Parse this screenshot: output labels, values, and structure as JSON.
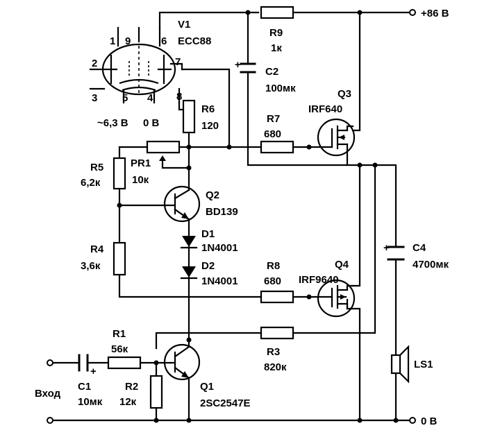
{
  "supply": {
    "voltage": "+86 В",
    "ground": "0 В"
  },
  "input": {
    "label": "Вход"
  },
  "tube": {
    "ref": "V1",
    "part": "ECC88",
    "pins": [
      "1",
      "9",
      "6",
      "2",
      "7",
      "3",
      "5",
      "4",
      "8"
    ],
    "heater_left": "~6,3 В",
    "heater_right": "0 В"
  },
  "components": {
    "r9": {
      "ref": "R9",
      "value": "1к"
    },
    "c2": {
      "ref": "C2",
      "value": "100мк",
      "polarity": "+"
    },
    "r6": {
      "ref": "R6",
      "value": "120"
    },
    "r7": {
      "ref": "R7",
      "value": "680"
    },
    "q3": {
      "ref": "Q3",
      "part": "IRF640"
    },
    "r5": {
      "ref": "R5",
      "value": "6,2к"
    },
    "pr1": {
      "ref": "PR1",
      "value": "10к"
    },
    "q2": {
      "ref": "Q2",
      "part": "BD139"
    },
    "d1": {
      "ref": "D1",
      "part": "1N4001"
    },
    "d2": {
      "ref": "D2",
      "part": "1N4001"
    },
    "r4": {
      "ref": "R4",
      "value": "3,6к"
    },
    "r8": {
      "ref": "R8",
      "value": "680"
    },
    "q4": {
      "ref": "Q4",
      "part": "IRF9640"
    },
    "c4": {
      "ref": "C4",
      "value": "4700мк",
      "polarity": "+"
    },
    "r1": {
      "ref": "R1",
      "value": "56к"
    },
    "r3": {
      "ref": "R3",
      "value": "820к"
    },
    "c1": {
      "ref": "C1",
      "value": "10мк",
      "polarity": "+"
    },
    "r2": {
      "ref": "R2",
      "value": "12к"
    },
    "q1": {
      "ref": "Q1",
      "part": "2SC2547E"
    },
    "ls1": {
      "ref": "LS1"
    }
  }
}
